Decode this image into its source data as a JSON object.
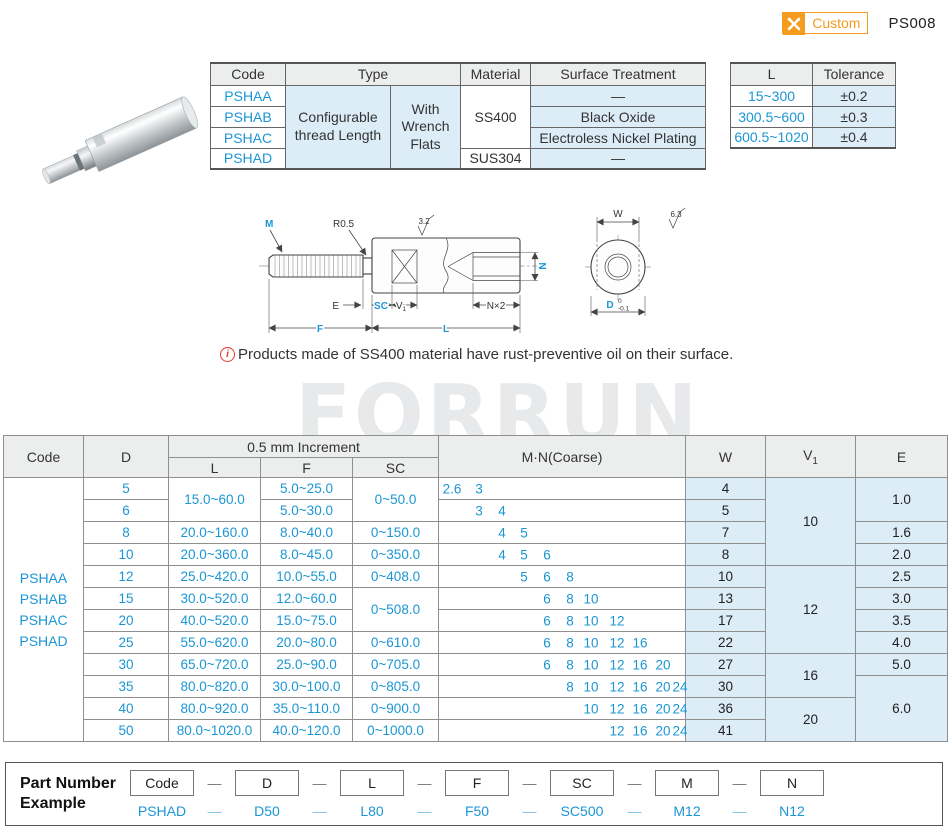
{
  "page": {
    "custom_label": "Custom",
    "code": "PS008"
  },
  "spec_table": {
    "headers": {
      "code": "Code",
      "type": "Type",
      "material": "Material",
      "surface": "Surface Treatment"
    },
    "type_col1": "Configurable thread Length",
    "type_col2": "With Wrench Flats",
    "material_ss400": "SS400",
    "material_sus304": "SUS304",
    "rows": [
      {
        "code": "PSHAA",
        "surface": "—"
      },
      {
        "code": "PSHAB",
        "surface": "Black Oxide"
      },
      {
        "code": "PSHAC",
        "surface": "Electroless Nickel Plating"
      },
      {
        "code": "PSHAD",
        "surface": "—"
      }
    ]
  },
  "tolerance_table": {
    "headers": {
      "l": "L",
      "tolerance": "Tolerance"
    },
    "rows": [
      {
        "l": "15~300",
        "tol": "±0.2"
      },
      {
        "l": "300.5~600",
        "tol": "±0.3"
      },
      {
        "l": "600.5~1020",
        "tol": "±0.4"
      }
    ]
  },
  "drawing": {
    "labels": {
      "m": "M",
      "r": "R0.5",
      "roughness_side": "3.2",
      "n_right": "N",
      "e": "E",
      "sc": "SC",
      "v1_main": "V",
      "v1_sub": "1",
      "nx2": "N×2",
      "f": "F",
      "l": "L",
      "w": "W",
      "roughness_end": "6.3",
      "d": "D",
      "d_tol_upper": "0",
      "d_tol_lower": "-0.1"
    }
  },
  "note": {
    "icon_letter": "i",
    "text": "Products made of SS400 material have rust-preventive oil on their surface."
  },
  "watermark": "FORRUN",
  "main_table": {
    "headers": {
      "code": "Code",
      "d": "D",
      "increment": "0.5 mm Increment",
      "l": "L",
      "f": "F",
      "sc": "SC",
      "mn": "M·N(Coarse)",
      "w": "W",
      "v1_main": "V",
      "v1_sub": "1",
      "e": "E"
    },
    "code_values": [
      "PSHAA",
      "PSHAB",
      "PSHAC",
      "PSHAD"
    ],
    "mn_slots": [
      "2.6",
      "3",
      "4",
      "5",
      "6",
      "8",
      "10",
      "12",
      "16",
      "20",
      "24"
    ],
    "rows": [
      {
        "d": "5",
        "l": "15.0~60.0",
        "l_span": 2,
        "f": "5.0~25.0",
        "sc": "0~50.0",
        "sc_span": 2,
        "mn": [
          "2.6",
          "3"
        ],
        "w": "4",
        "v1": "10",
        "v1_span": 4,
        "e": "1.0",
        "e_span": 2
      },
      {
        "d": "6",
        "f": "5.0~30.0",
        "mn": [
          "3",
          "4"
        ],
        "w": "5"
      },
      {
        "d": "8",
        "l": "20.0~160.0",
        "f": "8.0~40.0",
        "sc": "0~150.0",
        "mn": [
          "4",
          "5"
        ],
        "w": "7",
        "e": "1.6"
      },
      {
        "d": "10",
        "l": "20.0~360.0",
        "f": "8.0~45.0",
        "sc": "0~350.0",
        "mn": [
          "4",
          "5",
          "6"
        ],
        "w": "8",
        "e": "2.0"
      },
      {
        "d": "12",
        "l": "25.0~420.0",
        "f": "10.0~55.0",
        "sc": "0~408.0",
        "mn": [
          "5",
          "6",
          "8"
        ],
        "w": "10",
        "v1": "12",
        "v1_span": 4,
        "e": "2.5"
      },
      {
        "d": "15",
        "l": "30.0~520.0",
        "f": "12.0~60.0",
        "sc": "0~508.0",
        "sc_span": 2,
        "mn": [
          "6",
          "8",
          "10"
        ],
        "w": "13",
        "e": "3.0"
      },
      {
        "d": "20",
        "l": "40.0~520.0",
        "f": "15.0~75.0",
        "mn": [
          "6",
          "8",
          "10",
          "12"
        ],
        "w": "17",
        "e": "3.5"
      },
      {
        "d": "25",
        "l": "55.0~620.0",
        "f": "20.0~80.0",
        "sc": "0~610.0",
        "mn": [
          "6",
          "8",
          "10",
          "12",
          "16"
        ],
        "w": "22",
        "e": "4.0"
      },
      {
        "d": "30",
        "l": "65.0~720.0",
        "f": "25.0~90.0",
        "sc": "0~705.0",
        "mn": [
          "6",
          "8",
          "10",
          "12",
          "16",
          "20"
        ],
        "w": "27",
        "v1": "16",
        "v1_span": 2,
        "e": "5.0"
      },
      {
        "d": "35",
        "l": "80.0~820.0",
        "f": "30.0~100.0",
        "sc": "0~805.0",
        "mn": [
          "8",
          "10",
          "12",
          "16",
          "20",
          "24"
        ],
        "w": "30",
        "e": "6.0",
        "e_span": 3
      },
      {
        "d": "40",
        "l": "80.0~920.0",
        "f": "35.0~110.0",
        "sc": "0~900.0",
        "mn": [
          "10",
          "12",
          "16",
          "20",
          "24"
        ],
        "w": "36",
        "v1": "20",
        "v1_span": 2
      },
      {
        "d": "50",
        "l": "80.0~1020.0",
        "f": "40.0~120.0",
        "sc": "0~1000.0",
        "mn": [
          "12",
          "16",
          "20",
          "24"
        ],
        "w": "41"
      }
    ]
  },
  "part_number": {
    "label_line1": "Part Number",
    "label_line2": "Example",
    "separator": "—",
    "fields": [
      "Code",
      "D",
      "L",
      "F",
      "SC",
      "M",
      "N"
    ],
    "example": [
      "PSHAD",
      "D50",
      "L80",
      "F50",
      "SC500",
      "M12",
      "N12"
    ]
  }
}
